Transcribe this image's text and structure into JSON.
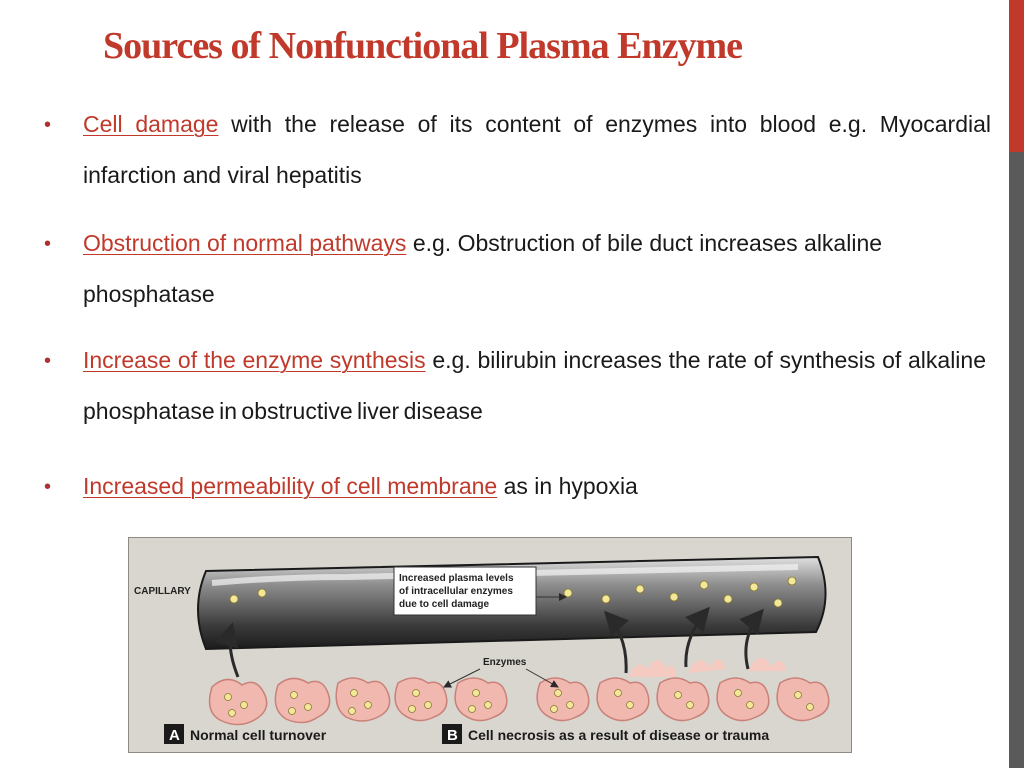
{
  "title": "Sources of Nonfunctional Plasma Enzyme",
  "bullets": [
    {
      "highlight": "Cell damage",
      "rest": "with the release of its content of enzymes into blood e.g. Myocardial  infarction and viral hepatitis"
    },
    {
      "highlight": "Obstruction of normal pathways",
      "rest": "e.g. Obstruction of bile duct increases alkaline  phosphatase"
    },
    {
      "highlight": "Increase  of  the  enzyme  synthesis",
      "rest": "e.g.  bilirubin  increases  the  rate  of synthesis of  alkaline phosphatase in obstructive liver disease"
    },
    {
      "highlight": "Increased permeability of cell membrane",
      "rest": "as in hypoxia"
    }
  ],
  "figure": {
    "capillary_label": "CAPILLARY",
    "callout_line1": "Increased plasma levels",
    "callout_line2": "of intracellular enzymes",
    "callout_line3": "due to cell damage",
    "enzymes_label": "Enzymes",
    "panel_a_letter": "A",
    "panel_a_caption": "Normal cell turnover",
    "panel_b_letter": "B",
    "panel_b_caption": "Cell necrosis as a result of disease or trauma"
  },
  "colors": {
    "accent": "#c0392b",
    "sidebar_red": "#c0392b",
    "sidebar_gray": "#5a5a5a"
  }
}
